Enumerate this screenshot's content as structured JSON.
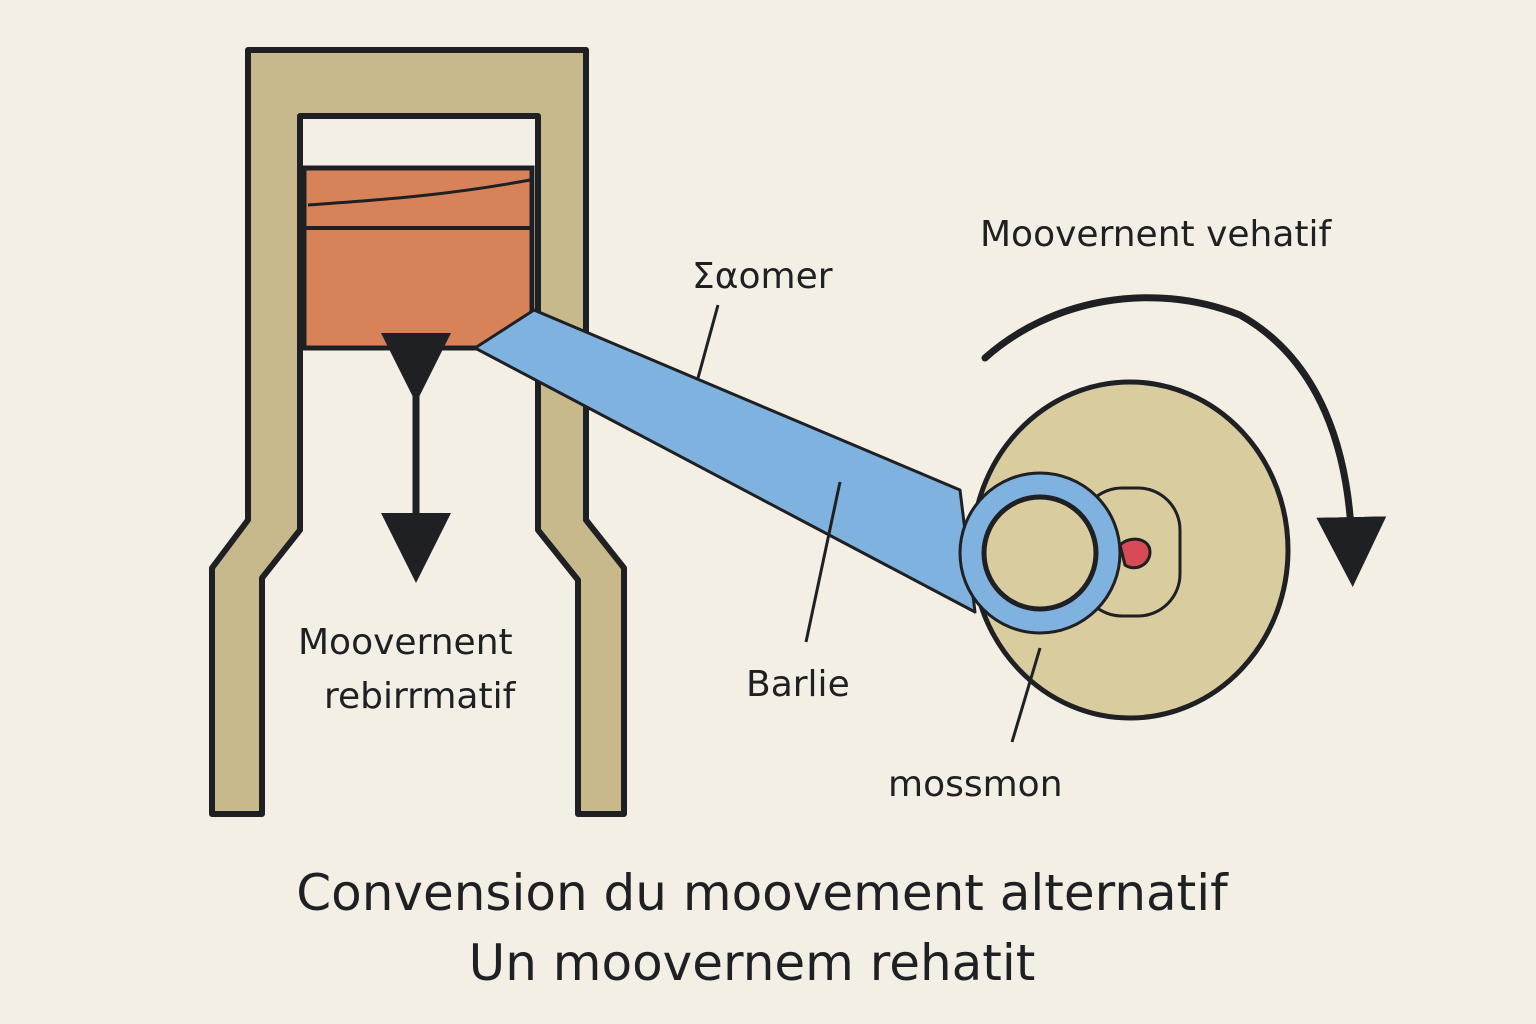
{
  "labels": {
    "top_right": "Moovernent vehatif",
    "rod_label": "Σαomer",
    "left_label_line1": "Moovernent",
    "left_label_line2": "rebirrmatif",
    "rod_lower_label": "Barlie",
    "crank_label": "mossmon"
  },
  "caption": {
    "line1": "Convension du moovement alternatif",
    "line2": "Un moovernem rehatit"
  },
  "colors": {
    "background": "#f3efe4",
    "cylinder": "#c8b98d",
    "piston": "#d8825a",
    "rod": "#7fb2de",
    "wheel": "#d9cc9f",
    "crank_pin": "#d84a55",
    "ink": "#1f2024"
  }
}
